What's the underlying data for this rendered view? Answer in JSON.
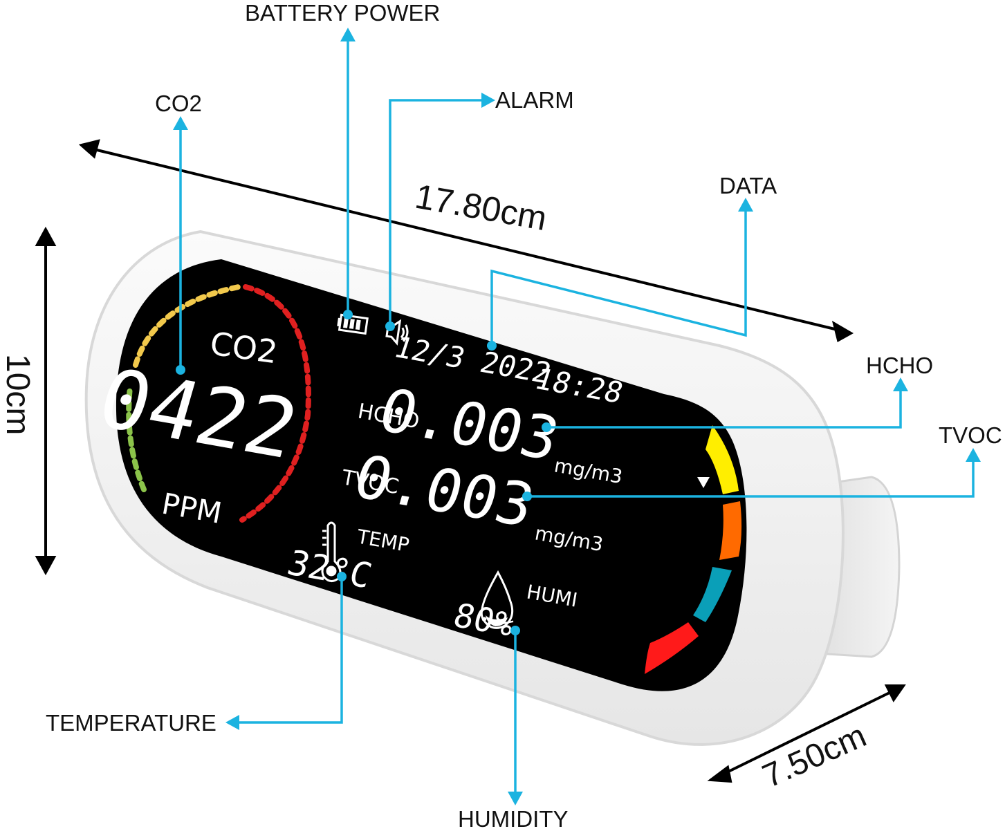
{
  "callouts": {
    "battery_power": "BATTERY POWER",
    "co2": "CO2",
    "alarm": "ALARM",
    "data": "DATA",
    "hcho": "HCHO",
    "tvoc": "TVOC",
    "temperature": "TEMPERATURE",
    "humidity": "HUMIDITY"
  },
  "dimensions": {
    "width": "17.80cm",
    "height": "10cm",
    "depth": "7.50cm"
  },
  "display": {
    "co2_label": "CO2",
    "co2_value": "0422",
    "co2_unit": "PPM",
    "date": "12/3 2022",
    "time": "18:28",
    "hcho_label": "HCHO",
    "hcho_value": "0.003",
    "hcho_unit": "mg/m3",
    "tvoc_label": "TVOC",
    "tvoc_value": "0.003",
    "tvoc_unit": "mg/m3",
    "temp_label": "TEMP",
    "temp_value": "32°C",
    "humi_label": "HUMI",
    "humi_value": "80%"
  },
  "colors": {
    "callout_line": "#1bb3e0",
    "screen": "#000000",
    "housing": "#f2f2f2",
    "level_yellow": "#ffee00",
    "level_orange": "#ff6a00",
    "level_teal": "#0a9fb8",
    "level_red": "#ff1a1a",
    "gauge_green": "#8bc34a",
    "gauge_yellow": "#f2c94c",
    "gauge_red": "#e02020"
  },
  "icons": [
    "battery-icon",
    "speaker-icon",
    "thermometer-icon",
    "droplet-icon"
  ]
}
